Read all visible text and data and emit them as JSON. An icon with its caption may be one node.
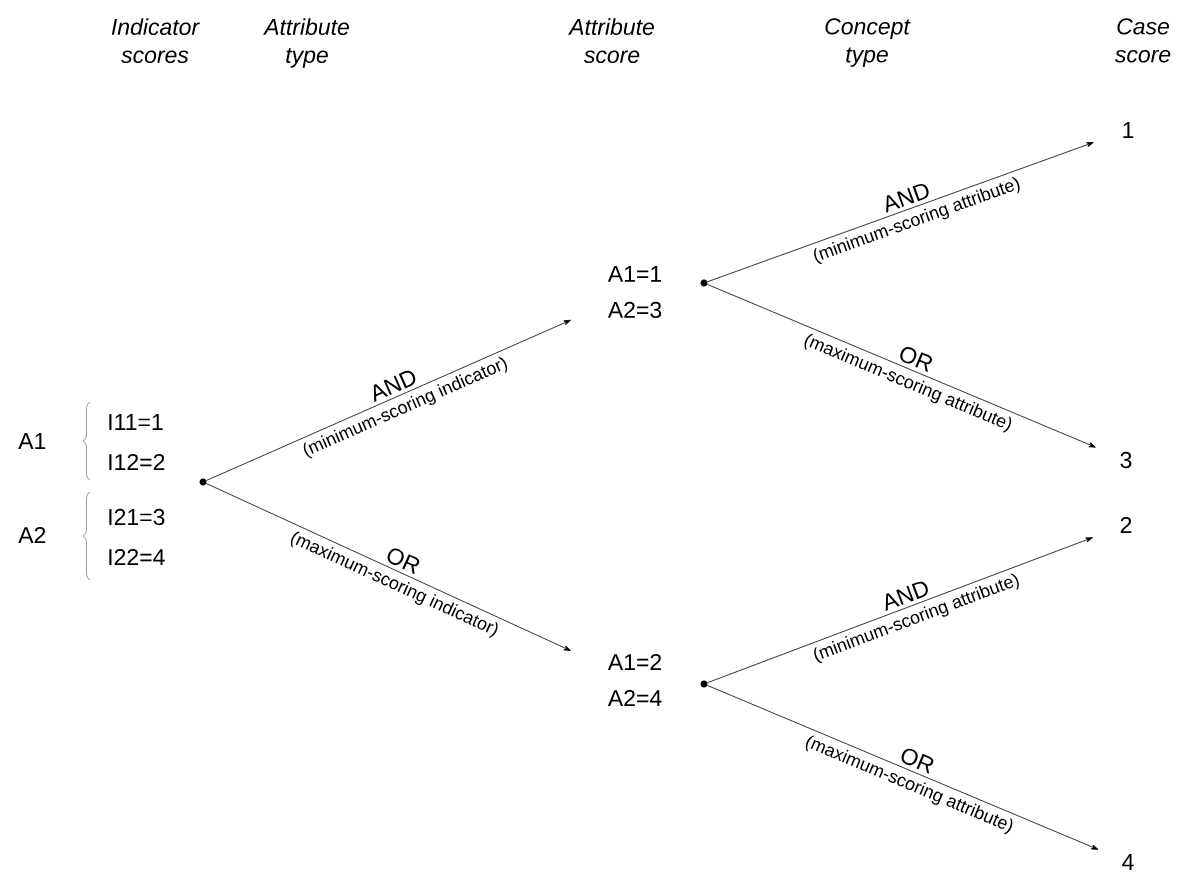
{
  "diagram": {
    "nodes": [
      {
        "text": [],
        "shape": "circle"
      },
      {
        "text": [
          "A1=1",
          "A2=3"
        ]
      },
      {
        "text": [],
        "shape": "circle"
      },
      {
        "text": [
          "A1=2",
          "A2=4"
        ]
      },
      {
        "text": [],
        "shape": "circle"
      },
      {
        "text": [
          "1"
        ]
      },
      {
        "text": [
          "3"
        ]
      },
      {
        "text": [
          "2"
        ]
      },
      {
        "text": [
          "4"
        ]
      }
    ],
    "edges": [
      {
        "from": 0,
        "to": 1,
        "arrow": "to",
        "label": "AND"
      },
      {
        "from": 0,
        "to": 3,
        "arrow": "to",
        "label": "OR"
      },
      {
        "from": 2,
        "to": 5,
        "arrow": "to",
        "label": "AND"
      },
      {
        "from": 2,
        "to": 6,
        "arrow": "to",
        "label": "OR"
      },
      {
        "from": 4,
        "to": 7,
        "arrow": "to",
        "label": "AND"
      },
      {
        "from": 4,
        "to": 8,
        "arrow": "to",
        "label": "OR"
      }
    ],
    "labels": [
      "Indicator scores",
      "Attribute type",
      "Attribute score",
      "Concept type",
      "Case score",
      "A1",
      "I11=1",
      "I12=2",
      "A2",
      "I21=3",
      "I22=4",
      "(minimum-scoring indicator)",
      "(maximum-scoring indicator)",
      "(minimum-scoring attribute)",
      "(maximum-scoring attribute)",
      "(minimum-scoring attribute)",
      "(maximum-scoring attribute)"
    ]
  }
}
